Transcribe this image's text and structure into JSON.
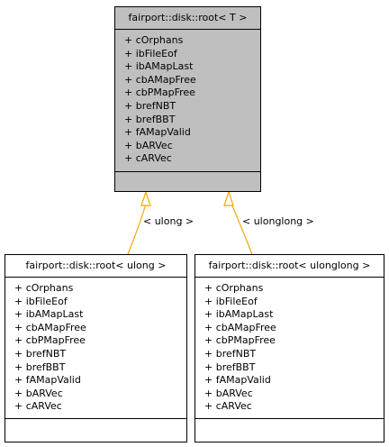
{
  "classes": {
    "root_t": {
      "name": "fairport::disk::root< T >",
      "attributes": [
        "+ cOrphans",
        "+ ibFileEof",
        "+ ibAMapLast",
        "+ cbAMapFree",
        "+ cbPMapFree",
        "+ brefNBT",
        "+ brefBBT",
        "+ fAMapValid",
        "+ bARVec",
        "+ cARVec"
      ]
    },
    "root_ulong": {
      "name": "fairport::disk::root< ulong >",
      "attributes": [
        "+ cOrphans",
        "+ ibFileEof",
        "+ ibAMapLast",
        "+ cbAMapFree",
        "+ cbPMapFree",
        "+ brefNBT",
        "+ brefBBT",
        "+ fAMapValid",
        "+ bARVec",
        "+ cARVec"
      ]
    },
    "root_ulonglong": {
      "name": "fairport::disk::root< ulonglong >",
      "attributes": [
        "+ cOrphans",
        "+ ibFileEof",
        "+ ibAMapLast",
        "+ cbAMapFree",
        "+ cbPMapFree",
        "+ brefNBT",
        "+ brefBBT",
        "+ fAMapValid",
        "+ bARVec",
        "+ cARVec"
      ]
    }
  },
  "edges": {
    "ulong_label": "< ulong >",
    "ulonglong_label": "< ulonglong >"
  },
  "colors": {
    "base_fill": "#bfbfbf",
    "derived_fill": "#ffffff",
    "edge": "#f5a800",
    "border": "#000000"
  }
}
